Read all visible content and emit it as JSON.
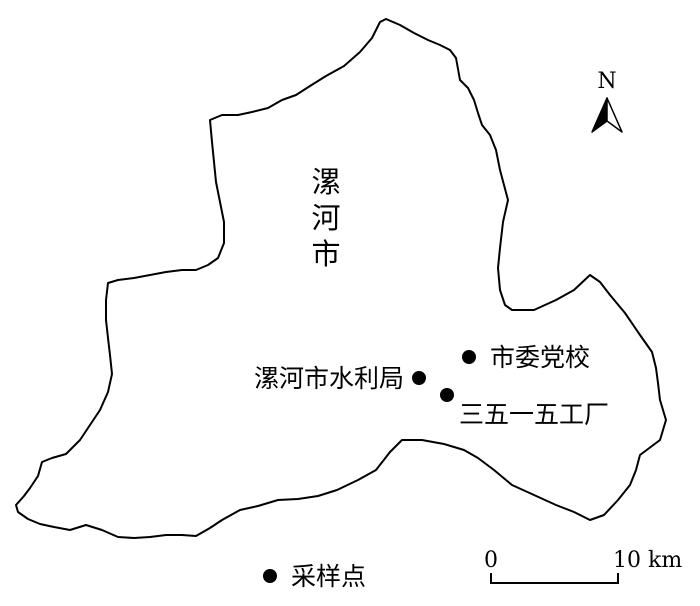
{
  "region": {
    "name_chars": [
      "漯",
      "河",
      "市"
    ]
  },
  "north": {
    "letter": "N"
  },
  "sites": [
    {
      "label": "市委党校"
    },
    {
      "label": "漯河市水利局"
    },
    {
      "label": "三五一五工厂"
    }
  ],
  "legend": {
    "label": "采样点"
  },
  "scale_bar": {
    "start_label": "0",
    "end_label": "10 km"
  },
  "colors": {
    "ink": "#000000",
    "background": "#ffffff"
  }
}
